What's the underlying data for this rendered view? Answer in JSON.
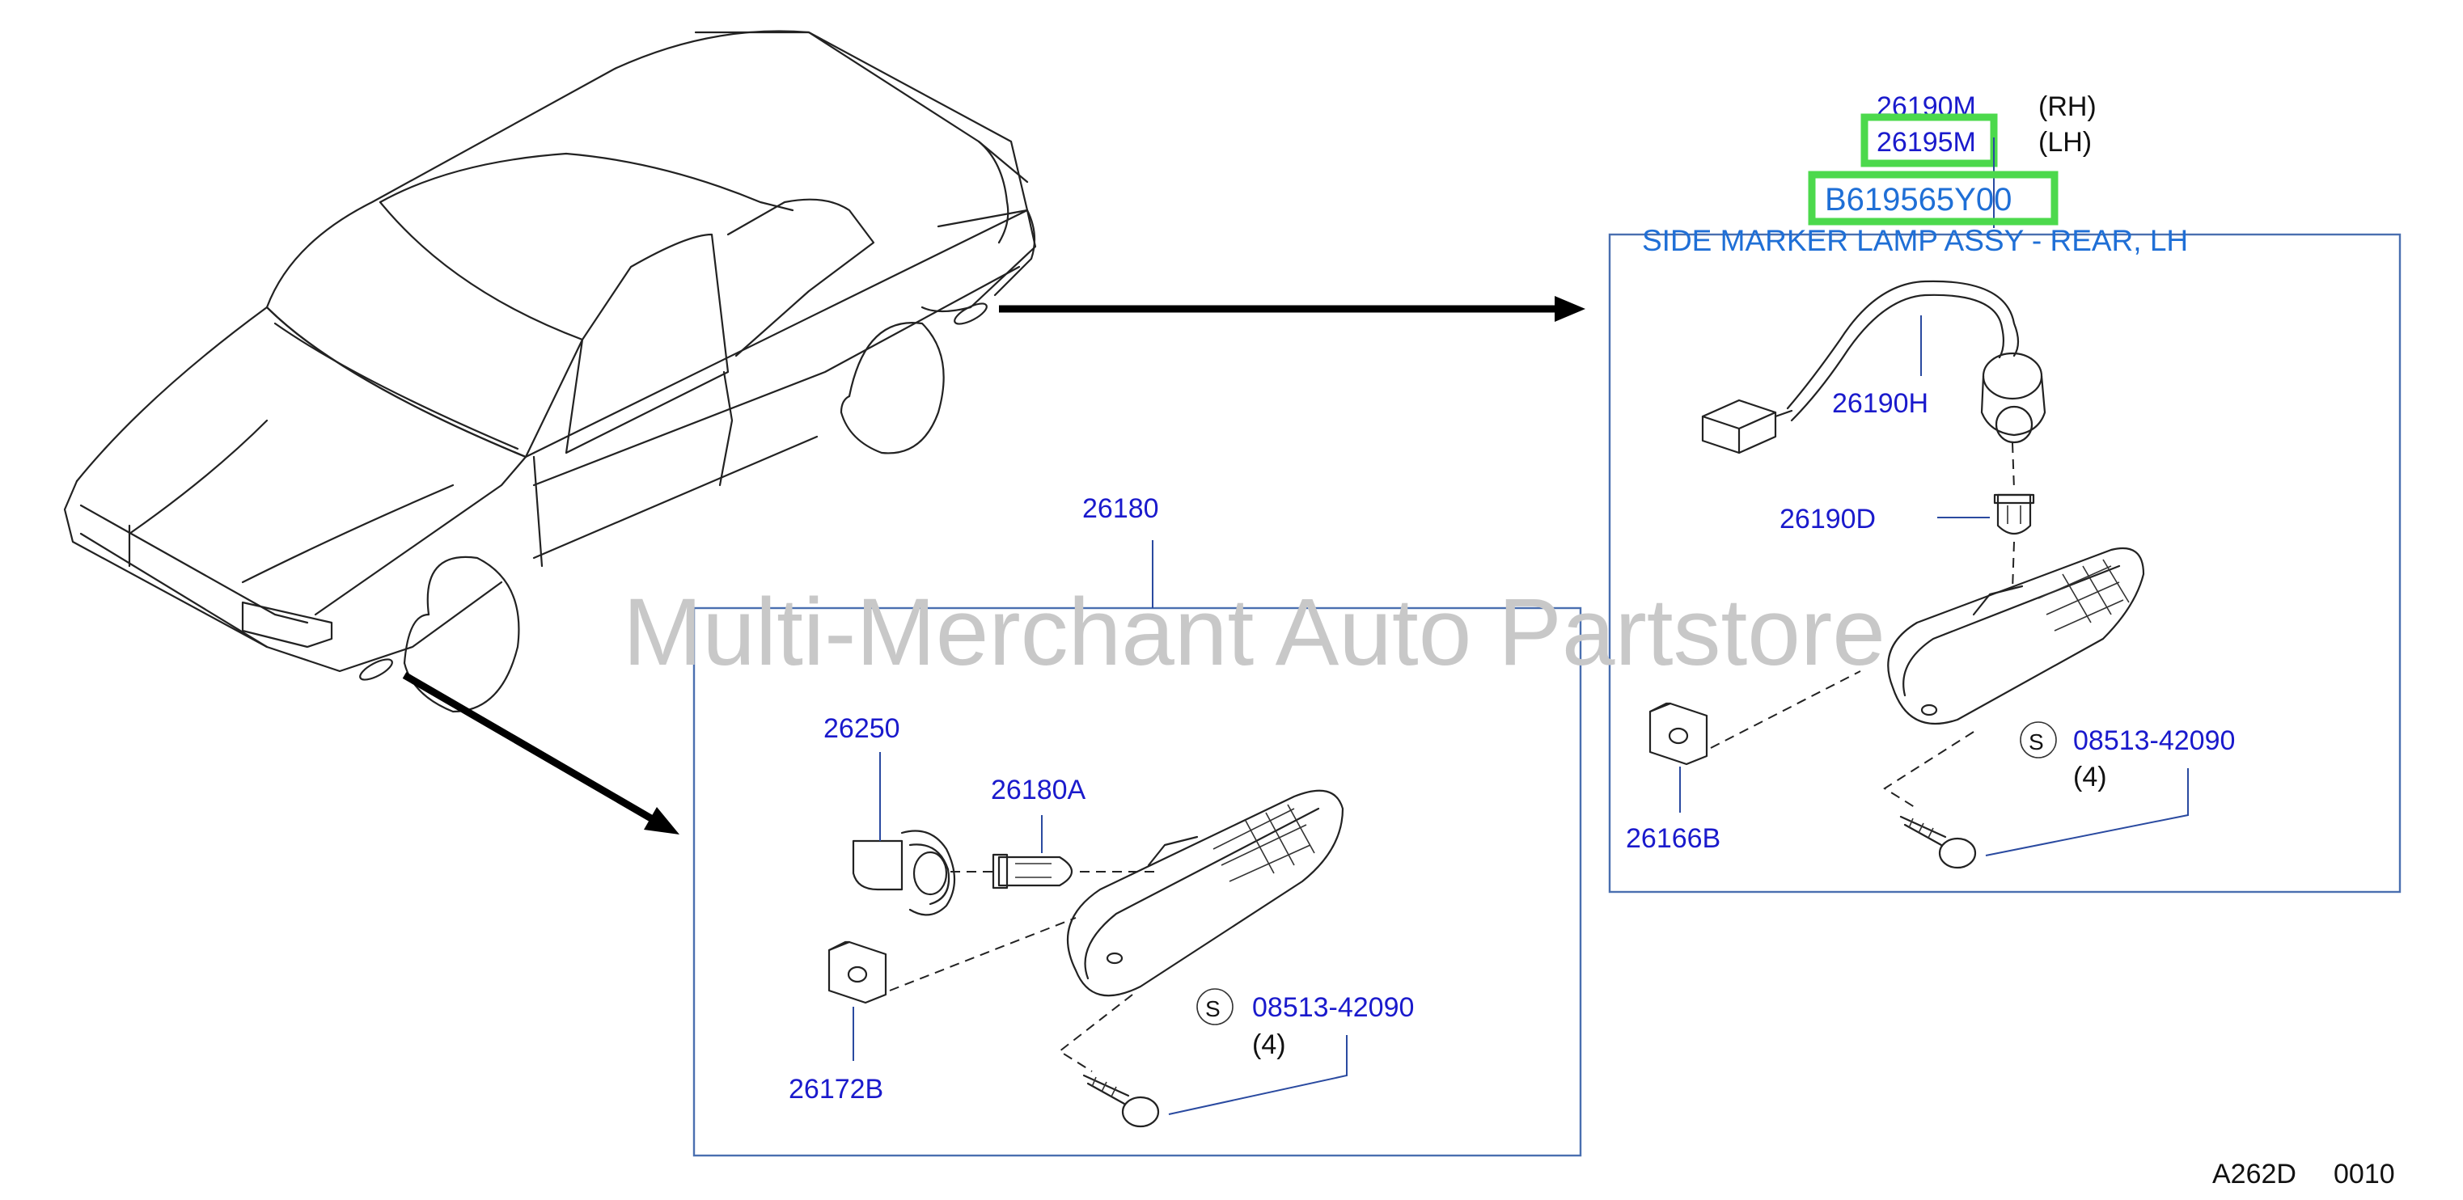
{
  "watermark": "Multi-Merchant Auto Partstore",
  "diagram_code": "A262D",
  "diagram_page": "0010",
  "header": {
    "rh_part": "26190M",
    "rh_side": "(RH)",
    "lh_part": "26195M",
    "lh_side": "(LH)",
    "selected_part": "B619565Y00",
    "selected_desc": "SIDE MARKER LAMP ASSY - REAR, LH"
  },
  "rear_lamp": {
    "harness": "26190H",
    "bulb": "26190D",
    "clip": "26166B",
    "screw_symbol": "S",
    "screw": "08513-42090",
    "screw_qty": "(4)"
  },
  "front_lamp": {
    "assy": "26180",
    "socket": "26250",
    "bulb": "26180A",
    "clip": "26172B",
    "screw_symbol": "S",
    "screw": "08513-42090",
    "screw_qty": "(4)"
  },
  "colors": {
    "part_link": "#1a1acc",
    "description": "#1f6fd6",
    "highlight": "#4cd94c",
    "frame": "#4a6fb0",
    "watermark": "#c8c8c8"
  }
}
